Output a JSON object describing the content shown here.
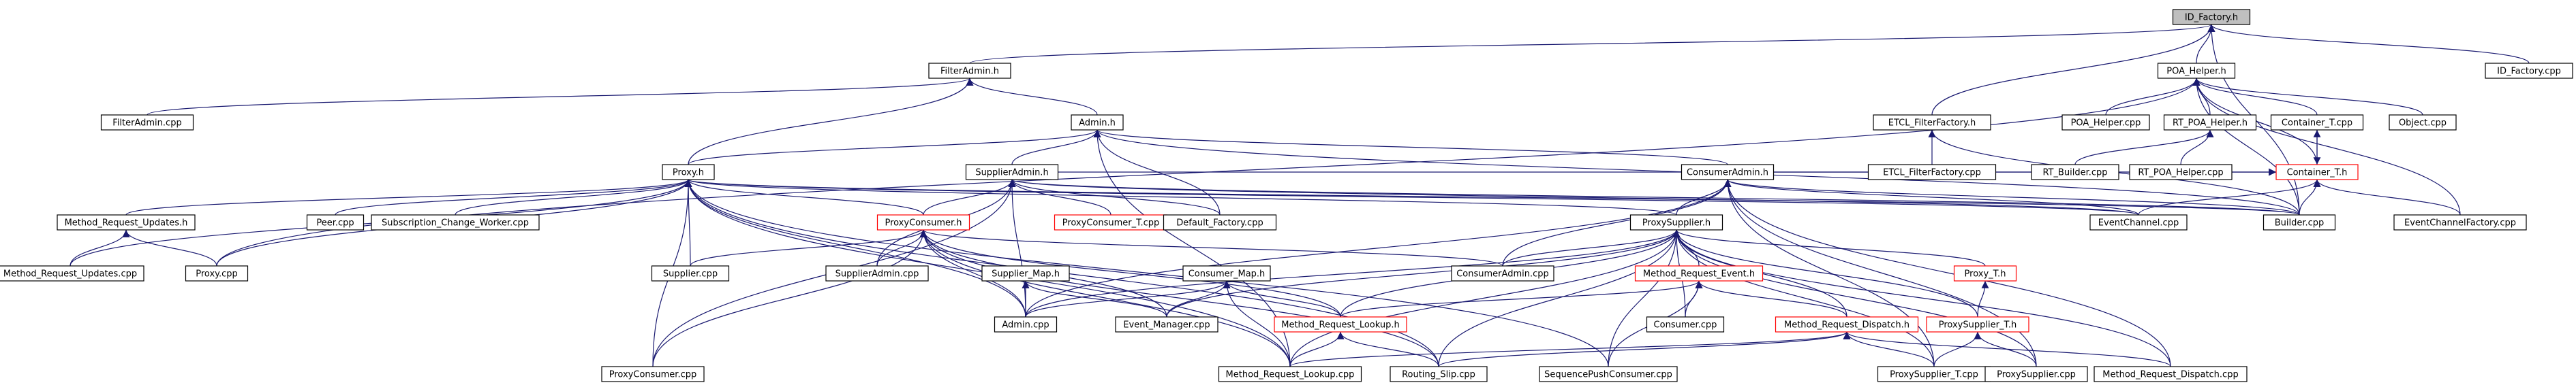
{
  "colors": {
    "edge": "#191970",
    "node_border": "#000000",
    "incomplete_node_border": "#ff0000",
    "root_fill": "#bfbfbf",
    "background": "#ffffff"
  },
  "nodes": [
    {
      "id": "ID_Factory.h",
      "label": "ID_Factory.h",
      "style": "root"
    },
    {
      "id": "FilterAdmin.h",
      "label": "FilterAdmin.h",
      "style": "normal"
    },
    {
      "id": "POA_Helper.h",
      "label": "POA_Helper.h",
      "style": "normal"
    },
    {
      "id": "ID_Factory.cpp",
      "label": "ID_Factory.cpp",
      "style": "normal"
    },
    {
      "id": "FilterAdmin.cpp",
      "label": "FilterAdmin.cpp",
      "style": "normal"
    },
    {
      "id": "Admin.h",
      "label": "Admin.h",
      "style": "normal"
    },
    {
      "id": "ETCL_FilterFactory.h",
      "label": "ETCL_FilterFactory.h",
      "style": "normal"
    },
    {
      "id": "POA_Helper.cpp",
      "label": "POA_Helper.cpp",
      "style": "normal"
    },
    {
      "id": "RT_POA_Helper.h",
      "label": "RT_POA_Helper.h",
      "style": "normal"
    },
    {
      "id": "Container_T.cpp",
      "label": "Container_T.cpp",
      "style": "normal"
    },
    {
      "id": "Object.cpp",
      "label": "Object.cpp",
      "style": "normal"
    },
    {
      "id": "Proxy.h",
      "label": "Proxy.h",
      "style": "normal"
    },
    {
      "id": "SupplierAdmin.h",
      "label": "SupplierAdmin.h",
      "style": "normal"
    },
    {
      "id": "ConsumerAdmin.h",
      "label": "ConsumerAdmin.h",
      "style": "normal"
    },
    {
      "id": "ETCL_FilterFactory.cpp",
      "label": "ETCL_FilterFactory.cpp",
      "style": "normal"
    },
    {
      "id": "RT_Builder.cpp",
      "label": "RT_Builder.cpp",
      "style": "normal"
    },
    {
      "id": "RT_POA_Helper.cpp",
      "label": "RT_POA_Helper.cpp",
      "style": "normal"
    },
    {
      "id": "Container_T.h",
      "label": "Container_T.h",
      "style": "red"
    },
    {
      "id": "Method_Request_Updates.h",
      "label": "Method_Request_Updates.h",
      "style": "normal"
    },
    {
      "id": "Peer.cpp",
      "label": "Peer.cpp",
      "style": "normal"
    },
    {
      "id": "Subscription_Change_Worker.cpp",
      "label": "Subscription_Change_Worker.cpp",
      "style": "normal"
    },
    {
      "id": "ProxyConsumer.h",
      "label": "ProxyConsumer.h",
      "style": "red"
    },
    {
      "id": "ProxyConsumer_T.cpp",
      "label": "ProxyConsumer_T.cpp",
      "style": "red"
    },
    {
      "id": "Default_Factory.cpp",
      "label": "Default_Factory.cpp",
      "style": "normal"
    },
    {
      "id": "ProxySupplier.h",
      "label": "ProxySupplier.h",
      "style": "normal"
    },
    {
      "id": "EventChannel.cpp",
      "label": "EventChannel.cpp",
      "style": "normal"
    },
    {
      "id": "Builder.cpp",
      "label": "Builder.cpp",
      "style": "normal"
    },
    {
      "id": "EventChannelFactory.cpp",
      "label": "EventChannelFactory.cpp",
      "style": "normal"
    },
    {
      "id": "Method_Request_Updates.cpp",
      "label": "Method_Request_Updates.cpp",
      "style": "normal"
    },
    {
      "id": "Proxy.cpp",
      "label": "Proxy.cpp",
      "style": "normal"
    },
    {
      "id": "Supplier.cpp",
      "label": "Supplier.cpp",
      "style": "normal"
    },
    {
      "id": "SupplierAdmin.cpp",
      "label": "SupplierAdmin.cpp",
      "style": "normal"
    },
    {
      "id": "Supplier_Map.h",
      "label": "Supplier_Map.h",
      "style": "normal"
    },
    {
      "id": "Consumer_Map.h",
      "label": "Consumer_Map.h",
      "style": "normal"
    },
    {
      "id": "ConsumerAdmin.cpp",
      "label": "ConsumerAdmin.cpp",
      "style": "normal"
    },
    {
      "id": "Method_Request_Event.h",
      "label": "Method_Request_Event.h",
      "style": "red"
    },
    {
      "id": "Proxy_T.h",
      "label": "Proxy_T.h",
      "style": "red"
    },
    {
      "id": "Admin.cpp",
      "label": "Admin.cpp",
      "style": "normal"
    },
    {
      "id": "Event_Manager.cpp",
      "label": "Event_Manager.cpp",
      "style": "normal"
    },
    {
      "id": "Method_Request_Lookup.h",
      "label": "Method_Request_Lookup.h",
      "style": "red"
    },
    {
      "id": "Consumer.cpp",
      "label": "Consumer.cpp",
      "style": "normal"
    },
    {
      "id": "Method_Request_Dispatch.h",
      "label": "Method_Request_Dispatch.h",
      "style": "red"
    },
    {
      "id": "ProxySupplier_T.h",
      "label": "ProxySupplier_T.h",
      "style": "red"
    },
    {
      "id": "ProxyConsumer.cpp",
      "label": "ProxyConsumer.cpp",
      "style": "normal"
    },
    {
      "id": "Method_Request_Lookup.cpp",
      "label": "Method_Request_Lookup.cpp",
      "style": "normal"
    },
    {
      "id": "Routing_Slip.cpp",
      "label": "Routing_Slip.cpp",
      "style": "normal"
    },
    {
      "id": "SequencePushConsumer.cpp",
      "label": "SequencePushConsumer.cpp",
      "style": "normal"
    },
    {
      "id": "ProxySupplier_T.cpp",
      "label": "ProxySupplier_T.cpp",
      "style": "normal"
    },
    {
      "id": "ProxySupplier.cpp",
      "label": "ProxySupplier.cpp",
      "style": "normal"
    },
    {
      "id": "Method_Request_Dispatch.cpp",
      "label": "Method_Request_Dispatch.cpp",
      "style": "normal"
    }
  ],
  "edges": [
    [
      "FilterAdmin.h",
      "ID_Factory.h"
    ],
    [
      "POA_Helper.h",
      "ID_Factory.h"
    ],
    [
      "ID_Factory.cpp",
      "ID_Factory.h"
    ],
    [
      "ETCL_FilterFactory.h",
      "ID_Factory.h"
    ],
    [
      "Builder.cpp",
      "ID_Factory.h"
    ],
    [
      "FilterAdmin.cpp",
      "FilterAdmin.h"
    ],
    [
      "Admin.h",
      "FilterAdmin.h"
    ],
    [
      "Proxy.h",
      "FilterAdmin.h"
    ],
    [
      "POA_Helper.cpp",
      "POA_Helper.h"
    ],
    [
      "RT_POA_Helper.h",
      "POA_Helper.h"
    ],
    [
      "Container_T.cpp",
      "POA_Helper.h"
    ],
    [
      "Object.cpp",
      "POA_Helper.h"
    ],
    [
      "Container_T.h",
      "POA_Helper.h"
    ],
    [
      "Builder.cpp",
      "POA_Helper.h"
    ],
    [
      "EventChannelFactory.cpp",
      "POA_Helper.h"
    ],
    [
      "Proxy.cpp",
      "POA_Helper.h"
    ],
    [
      "ETCL_FilterFactory.cpp",
      "ETCL_FilterFactory.h"
    ],
    [
      "Builder.cpp",
      "ETCL_FilterFactory.h"
    ],
    [
      "RT_Builder.cpp",
      "RT_POA_Helper.h"
    ],
    [
      "RT_POA_Helper.cpp",
      "RT_POA_Helper.h"
    ],
    [
      "Container_T.h",
      "Container_T.cpp"
    ],
    [
      "Container_T.cpp",
      "Container_T.h"
    ],
    [
      "EventChannel.cpp",
      "Container_T.h"
    ],
    [
      "Builder.cpp",
      "Container_T.h"
    ],
    [
      "EventChannelFactory.cpp",
      "Container_T.h"
    ],
    [
      "SupplierAdmin.h",
      "Container_T.h"
    ],
    [
      "ConsumerAdmin.h",
      "Container_T.h"
    ],
    [
      "Proxy.h",
      "Admin.h"
    ],
    [
      "SupplierAdmin.h",
      "Admin.h"
    ],
    [
      "ConsumerAdmin.h",
      "Admin.h"
    ],
    [
      "Default_Factory.cpp",
      "Admin.h"
    ],
    [
      "Method_Request_Lookup.cpp",
      "Admin.h"
    ],
    [
      "Builder.cpp",
      "Admin.h"
    ],
    [
      "Method_Request_Updates.h",
      "Proxy.h"
    ],
    [
      "Peer.cpp",
      "Proxy.h"
    ],
    [
      "Subscription_Change_Worker.cpp",
      "Proxy.h"
    ],
    [
      "ProxyConsumer.h",
      "Proxy.h"
    ],
    [
      "ProxySupplier.h",
      "Proxy.h"
    ],
    [
      "Supplier.cpp",
      "Proxy.h"
    ],
    [
      "Proxy.cpp",
      "Proxy.h"
    ],
    [
      "Method_Request_Updates.cpp",
      "Proxy.h"
    ],
    [
      "Admin.cpp",
      "Proxy.h"
    ],
    [
      "EventChannel.cpp",
      "Proxy.h"
    ],
    [
      "Builder.cpp",
      "Proxy.h"
    ],
    [
      "ProxyConsumer.cpp",
      "Proxy.h"
    ],
    [
      "Method_Request_Lookup.cpp",
      "Proxy.h"
    ],
    [
      "Routing_Slip.cpp",
      "Proxy.h"
    ],
    [
      "SequencePushConsumer.cpp",
      "Proxy.h"
    ],
    [
      "ProxyConsumer.h",
      "SupplierAdmin.h"
    ],
    [
      "ProxyConsumer_T.cpp",
      "SupplierAdmin.h"
    ],
    [
      "Default_Factory.cpp",
      "SupplierAdmin.h"
    ],
    [
      "SupplierAdmin.cpp",
      "SupplierAdmin.h"
    ],
    [
      "Admin.cpp",
      "SupplierAdmin.h"
    ],
    [
      "EventChannel.cpp",
      "SupplierAdmin.h"
    ],
    [
      "Builder.cpp",
      "SupplierAdmin.h"
    ],
    [
      "ProxyConsumer.cpp",
      "SupplierAdmin.h"
    ],
    [
      "ProxySupplier.h",
      "ConsumerAdmin.h"
    ],
    [
      "ConsumerAdmin.cpp",
      "ConsumerAdmin.h"
    ],
    [
      "EventChannel.cpp",
      "ConsumerAdmin.h"
    ],
    [
      "Builder.cpp",
      "ConsumerAdmin.h"
    ],
    [
      "Admin.cpp",
      "ConsumerAdmin.h"
    ],
    [
      "ProxySupplier.cpp",
      "ConsumerAdmin.h"
    ],
    [
      "ProxySupplier_T.cpp",
      "ConsumerAdmin.h"
    ],
    [
      "Method_Request_Dispatch.cpp",
      "ConsumerAdmin.h"
    ],
    [
      "Method_Request_Updates.cpp",
      "Method_Request_Updates.h"
    ],
    [
      "Proxy.cpp",
      "Method_Request_Updates.h"
    ],
    [
      "Supplier.cpp",
      "ProxyConsumer.h"
    ],
    [
      "SupplierAdmin.cpp",
      "ProxyConsumer.h"
    ],
    [
      "Admin.cpp",
      "ProxyConsumer.h"
    ],
    [
      "Event_Manager.cpp",
      "ProxyConsumer.h"
    ],
    [
      "ProxyConsumer.cpp",
      "ProxyConsumer.h"
    ],
    [
      "Method_Request_Lookup.cpp",
      "ProxyConsumer.h"
    ],
    [
      "Routing_Slip.cpp",
      "ProxyConsumer.h"
    ],
    [
      "ConsumerAdmin.cpp",
      "ProxyConsumer.h"
    ],
    [
      "Method_Request_Lookup.h",
      "ProxyConsumer.h"
    ],
    [
      "ConsumerAdmin.cpp",
      "ProxySupplier.h"
    ],
    [
      "Method_Request_Event.h",
      "ProxySupplier.h"
    ],
    [
      "Proxy_T.h",
      "ProxySupplier.h"
    ],
    [
      "Admin.cpp",
      "ProxySupplier.h"
    ],
    [
      "Event_Manager.cpp",
      "ProxySupplier.h"
    ],
    [
      "Method_Request_Lookup.h",
      "ProxySupplier.h"
    ],
    [
      "Consumer.cpp",
      "ProxySupplier.h"
    ],
    [
      "Method_Request_Dispatch.h",
      "ProxySupplier.h"
    ],
    [
      "ProxySupplier_T.h",
      "ProxySupplier.h"
    ],
    [
      "ProxySupplier.cpp",
      "ProxySupplier.h"
    ],
    [
      "Routing_Slip.cpp",
      "ProxySupplier.h"
    ],
    [
      "SequencePushConsumer.cpp",
      "ProxySupplier.h"
    ],
    [
      "Method_Request_Lookup.cpp",
      "ProxySupplier.h"
    ],
    [
      "Method_Request_Dispatch.cpp",
      "ProxySupplier.h"
    ],
    [
      "ProxySupplier_T.cpp",
      "ProxySupplier.h"
    ],
    [
      "Admin.cpp",
      "Supplier_Map.h"
    ],
    [
      "Event_Manager.cpp",
      "Supplier_Map.h"
    ],
    [
      "Admin.cpp",
      "Consumer_Map.h"
    ],
    [
      "Event_Manager.cpp",
      "Consumer_Map.h"
    ],
    [
      "Method_Request_Lookup.h",
      "Consumer_Map.h"
    ],
    [
      "Method_Request_Lookup.cpp",
      "Consumer_Map.h"
    ],
    [
      "Method_Request_Dispatch.h",
      "Method_Request_Event.h"
    ],
    [
      "Consumer.cpp",
      "Method_Request_Event.h"
    ],
    [
      "Method_Request_Lookup.h",
      "Method_Request_Event.h"
    ],
    [
      "SequencePushConsumer.cpp",
      "Method_Request_Event.h"
    ],
    [
      "ProxySupplier_T.h",
      "Proxy_T.h"
    ],
    [
      "Method_Request_Lookup.cpp",
      "Method_Request_Lookup.h"
    ],
    [
      "Routing_Slip.cpp",
      "Method_Request_Lookup.h"
    ],
    [
      "Method_Request_Dispatch.cpp",
      "Method_Request_Dispatch.h"
    ],
    [
      "Routing_Slip.cpp",
      "Method_Request_Dispatch.h"
    ],
    [
      "ProxySupplier_T.cpp",
      "Method_Request_Dispatch.h"
    ],
    [
      "Method_Request_Lookup.cpp",
      "Method_Request_Dispatch.h"
    ],
    [
      "ProxySupplier_T.cpp",
      "ProxySupplier_T.h"
    ],
    [
      "ProxySupplier.cpp",
      "ProxySupplier_T.h"
    ]
  ]
}
